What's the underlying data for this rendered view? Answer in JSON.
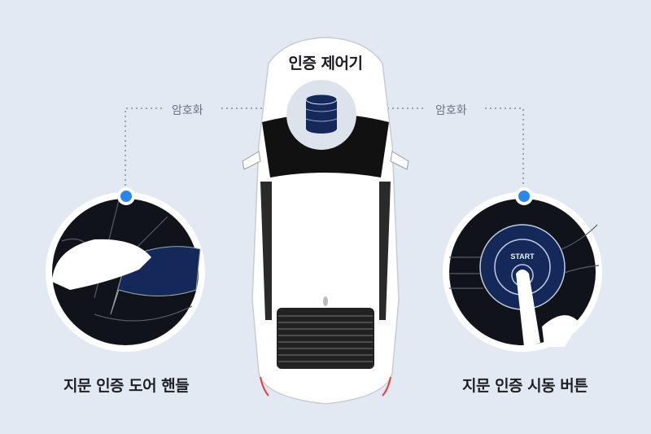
{
  "diagram": {
    "center_label": "인증 제어기",
    "connections": [
      {
        "label": "암호화",
        "side": "left"
      },
      {
        "label": "암호화",
        "side": "right"
      }
    ],
    "features": [
      {
        "caption": "지문 인증 도어 핸들",
        "illustration": "fingerprint-door-handle"
      },
      {
        "caption": "지문 인증 시동 버튼",
        "illustration": "fingerprint-start-button",
        "button_text": "START"
      }
    ],
    "icons": {
      "controller": "database-icon",
      "node": "blue-dot"
    },
    "colors": {
      "background": "#e3e9f2",
      "accent": "#2b86ec",
      "navy": "#14295a",
      "dark": "#10131a"
    }
  }
}
